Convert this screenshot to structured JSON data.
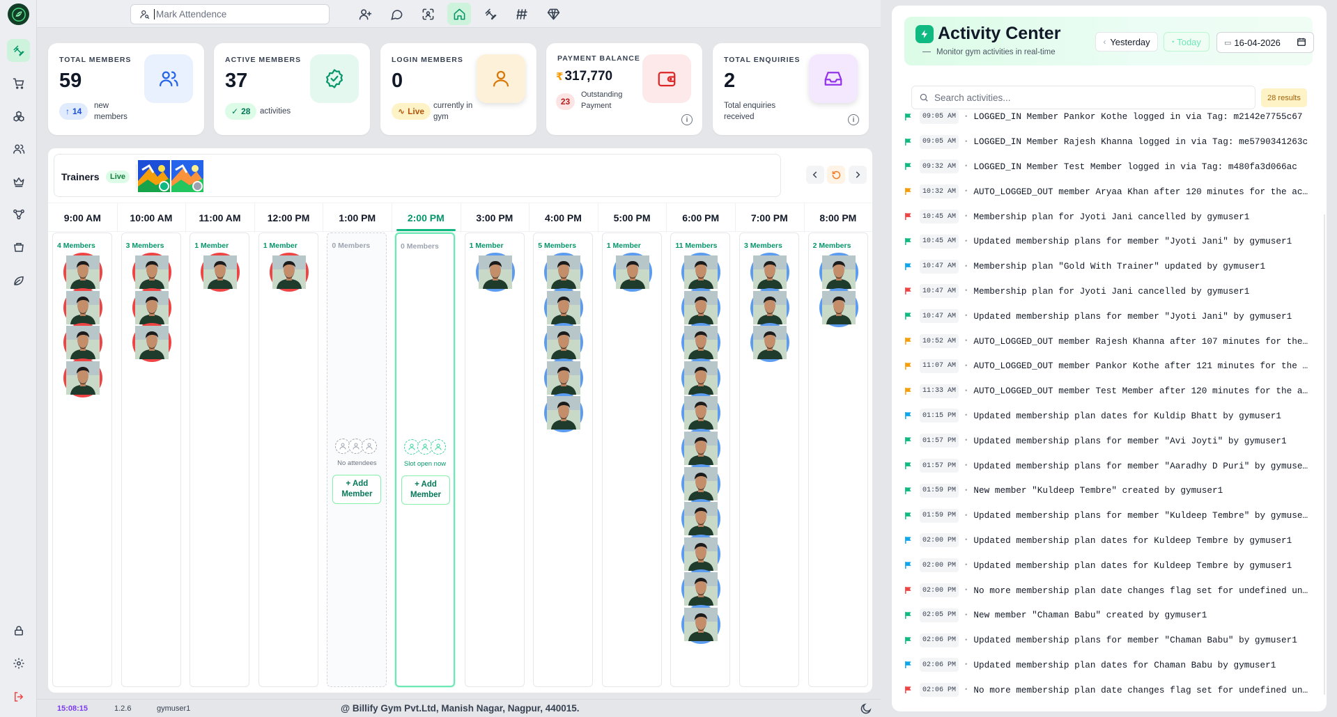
{
  "search": {
    "placeholder": "Mark Attendence"
  },
  "colors": {
    "accent": "#10b981",
    "danger": "#ef4444",
    "warning": "#f59e0b",
    "info": "#0ea5e9",
    "purple": "#a855f7"
  },
  "stats": {
    "total_members": {
      "label": "TOTAL MEMBERS",
      "value": "59",
      "chip": "14",
      "sub": "new members"
    },
    "active_members": {
      "label": "ACTIVE MEMBERS",
      "value": "37",
      "chip": "28",
      "sub": "activities"
    },
    "login_members": {
      "label": "LOGIN MEMBERS",
      "value": "0",
      "chip": "Live",
      "sub": "currently in gym"
    },
    "payment_balance": {
      "label": "PAYMENT BALANCE",
      "currency": "₹",
      "value": "317,770",
      "chip": "23",
      "sub": "Outstanding Payment"
    },
    "total_enquiries": {
      "label": "TOTAL ENQUIRIES",
      "value": "2",
      "sub": "Total enquiries received"
    }
  },
  "trainers": {
    "title": "Trainers",
    "badge": "Live"
  },
  "schedule": {
    "hours": [
      "9:00 AM",
      "10:00 AM",
      "11:00 AM",
      "12:00 PM",
      "1:00 PM",
      "2:00 PM",
      "3:00 PM",
      "4:00 PM",
      "5:00 PM",
      "6:00 PM",
      "7:00 PM",
      "8:00 PM"
    ],
    "slots": [
      {
        "count_label": "4 Members",
        "count": 4,
        "status": "expired"
      },
      {
        "count_label": "3 Members",
        "count": 3,
        "status": "expired"
      },
      {
        "count_label": "1 Member",
        "count": 1,
        "status": "expired"
      },
      {
        "count_label": "1 Member",
        "count": 1,
        "status": "expired"
      },
      {
        "count_label": "0 Members",
        "count": 0,
        "status": "empty",
        "empty_text": "No attendees",
        "add_label": "+ Add Member"
      },
      {
        "count_label": "0 Members",
        "count": 0,
        "status": "now",
        "empty_text": "Slot open now",
        "add_label": "+ Add Member"
      },
      {
        "count_label": "1 Member",
        "count": 1,
        "status": "upcoming"
      },
      {
        "count_label": "5 Members",
        "count": 5,
        "status": "upcoming"
      },
      {
        "count_label": "1 Member",
        "count": 1,
        "status": "upcoming"
      },
      {
        "count_label": "11 Members",
        "count": 11,
        "status": "upcoming"
      },
      {
        "count_label": "3 Members",
        "count": 3,
        "status": "upcoming"
      },
      {
        "count_label": "2 Members",
        "count": 2,
        "status": "upcoming"
      }
    ]
  },
  "footer": {
    "clock": "15:08:15",
    "version": "1.2.6",
    "user": "gymuser1",
    "copyright": "@ Billify Gym Pvt.Ltd, Manish Nagar, Nagpur, 440015."
  },
  "activity": {
    "title": "Activity Center",
    "subtitle": "Monitor gym activities in real-time",
    "yesterday": "Yesterday",
    "today": "Today",
    "date": "16-04-2026",
    "search_placeholder": "Search activities...",
    "results": "28 results",
    "items": [
      {
        "time": "09:05 AM",
        "flag": "green",
        "text": "LOGGED_IN Member Pankor Kothe logged in via Tag: m2142e7755c67"
      },
      {
        "time": "09:05 AM",
        "flag": "green",
        "text": "LOGGED_IN Member Rajesh Khanna logged in via Tag: me5790341263c"
      },
      {
        "time": "09:32 AM",
        "flag": "green",
        "text": "LOGGED_IN Member Test Member logged in via Tag: m480fa3d066ac"
      },
      {
        "time": "10:32 AM",
        "flag": "orange",
        "text": "AUTO_LOGGED_OUT member Aryaa Khan after 120 minutes for the ac…"
      },
      {
        "time": "10:45 AM",
        "flag": "red",
        "text": "Membership plan for Jyoti Jani cancelled by gymuser1"
      },
      {
        "time": "10:45 AM",
        "flag": "green",
        "text": "Updated membership plans for member \"Jyoti Jani\" by gymuser1"
      },
      {
        "time": "10:47 AM",
        "flag": "blue",
        "text": "Membership plan \"Gold With Trainer\" updated by gymuser1"
      },
      {
        "time": "10:47 AM",
        "flag": "red",
        "text": "Membership plan for Jyoti Jani cancelled by gymuser1"
      },
      {
        "time": "10:47 AM",
        "flag": "green",
        "text": "Updated membership plans for member \"Jyoti Jani\" by gymuser1"
      },
      {
        "time": "10:52 AM",
        "flag": "orange",
        "text": "AUTO_LOGGED_OUT member Rajesh Khanna after 107 minutes for the…"
      },
      {
        "time": "11:07 AM",
        "flag": "orange",
        "text": "AUTO_LOGGED_OUT member Pankor Kothe after 121 minutes for the …"
      },
      {
        "time": "11:33 AM",
        "flag": "orange",
        "text": "AUTO_LOGGED_OUT member Test Member after 120 minutes for the a…"
      },
      {
        "time": "01:15 PM",
        "flag": "blue",
        "text": "Updated membership plan dates for Kuldip Bhatt by gymuser1"
      },
      {
        "time": "01:57 PM",
        "flag": "green",
        "text": "Updated membership plans for member \"Avi Joyti\" by gymuser1"
      },
      {
        "time": "01:57 PM",
        "flag": "green",
        "text": "Updated membership plans for member \"Aaradhy D Puri\" by gymuse…"
      },
      {
        "time": "01:59 PM",
        "flag": "green",
        "text": "New member \"Kuldeep Tembre\" created by gymuser1"
      },
      {
        "time": "01:59 PM",
        "flag": "green",
        "text": "Updated membership plans for member \"Kuldeep Tembre\" by gymuse…"
      },
      {
        "time": "02:00 PM",
        "flag": "blue",
        "text": "Updated membership plan dates for Kuldeep Tembre by gymuser1"
      },
      {
        "time": "02:00 PM",
        "flag": "blue",
        "text": "Updated membership plan dates for Kuldeep Tembre by gymuser1"
      },
      {
        "time": "02:00 PM",
        "flag": "red",
        "text": "No more membership plan date changes flag set for undefined un…"
      },
      {
        "time": "02:05 PM",
        "flag": "green",
        "text": "New member \"Chaman Babu\" created by gymuser1"
      },
      {
        "time": "02:06 PM",
        "flag": "green",
        "text": "Updated membership plans for member \"Chaman Babu\" by gymuser1"
      },
      {
        "time": "02:06 PM",
        "flag": "blue",
        "text": "Updated membership plan dates for Chaman Babu by gymuser1"
      },
      {
        "time": "02:06 PM",
        "flag": "red",
        "text": "No more membership plan date changes flag set for undefined un…"
      }
    ]
  }
}
